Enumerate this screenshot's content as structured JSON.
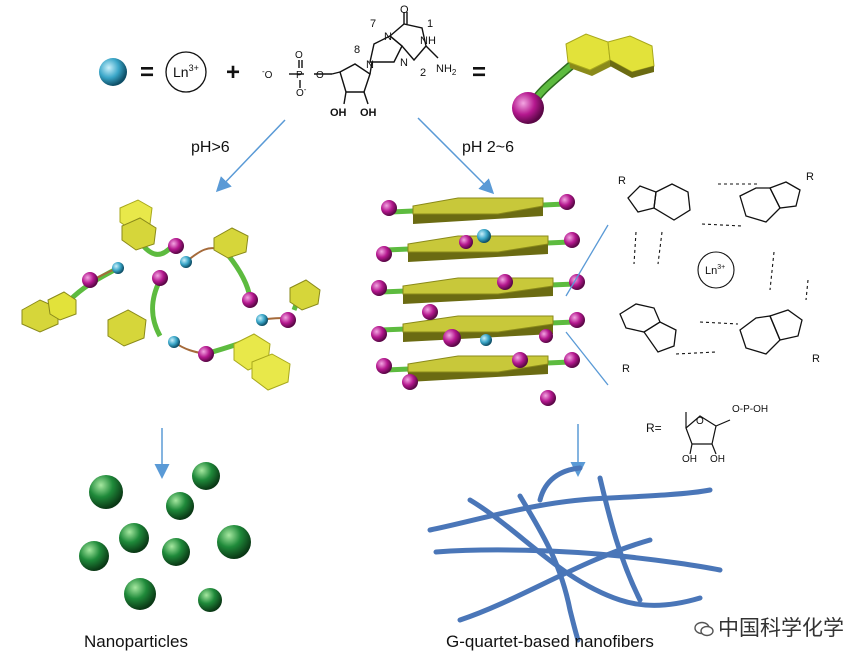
{
  "equation": {
    "equals_1": "=",
    "ln_label": "Ln",
    "ln_charge": "3+",
    "plus": "+",
    "equals_2": "="
  },
  "guanosine": {
    "atom_labels": [
      "7",
      "8",
      "1",
      "NH",
      "2",
      "NH",
      "O",
      "N",
      "N",
      "N",
      "OH",
      "OH"
    ],
    "nh2": "NH",
    "nh2_sub": "2",
    "phosphate_o_top": "O",
    "phosphate_o_minus": "O",
    "phosphate_p": "P",
    "phosphate_o_bottom": "O",
    "minus": "-"
  },
  "branches": {
    "left_condition": "pH>6",
    "right_condition": "pH 2~6"
  },
  "quartet": {
    "center_label": "Ln",
    "center_charge": "3+",
    "r_label": "R",
    "r_definition": "R=",
    "r_phosphate": "O-P-OH",
    "oh": "OH"
  },
  "products": {
    "left": "Nanoparticles",
    "right": "G-quartet-based nanofibers"
  },
  "watermark": "中国科学化学",
  "colors": {
    "ion": "#3aa6c8",
    "linker": "#5dbb3f",
    "ligand": "#e2e23a",
    "ball": "#b5188f",
    "nanoparticle": "#1f8a3a",
    "fiber": "#4a76b8",
    "arrow": "#5a9ad6"
  }
}
